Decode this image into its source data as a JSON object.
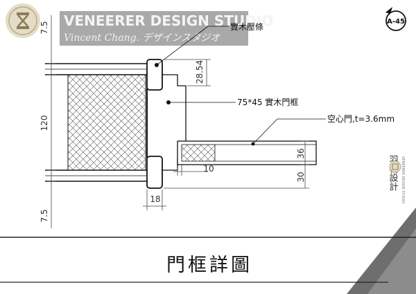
{
  "brand": {
    "name": "VENEERER DESIGN STUDIO",
    "subtitle": "Vincent Chang. デザインスタジオ",
    "vertical_name": "羽橋設計",
    "vertical_sub": "VENEERER DESIGN STUDIO"
  },
  "sheet": {
    "ref": "A-45",
    "title": "門框詳圖"
  },
  "labels": {
    "trim": "實木壓條",
    "frame": "75*45 實木門框",
    "door": "空心門,t=3.6mm"
  },
  "dimensions": {
    "left_top": "7.5",
    "left_mid": "120",
    "left_bot": "7.5",
    "right_top": "28.54",
    "right_mid": "36",
    "right_bot": "30",
    "bottom_frame": "18",
    "door_stop": "10"
  }
}
